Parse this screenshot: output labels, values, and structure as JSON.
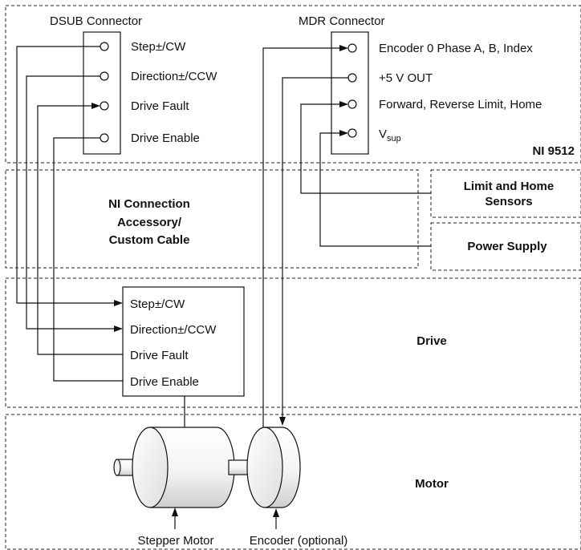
{
  "dsub": {
    "title": "DSUB Connector",
    "pins": [
      "Step±/CW",
      "Direction±/CCW",
      "Drive Fault",
      "Drive Enable"
    ]
  },
  "mdr": {
    "title": "MDR Connector",
    "pins": [
      "Encoder 0 Phase A, B, Index",
      "+5 V OUT",
      "Forward, Reverse Limit, Home"
    ],
    "vsup": {
      "main": "V",
      "sub": "sup"
    }
  },
  "module_label": "NI 9512",
  "accessory": {
    "line1": "NI Connection",
    "line2": "Accessory/",
    "line3": "Custom Cable"
  },
  "limit_sensors": {
    "line1": "Limit and Home",
    "line2": "Sensors"
  },
  "power_supply": "Power Supply",
  "drive": {
    "title": "Drive",
    "pins": [
      "Step±/CW",
      "Direction±/CCW",
      "Drive Fault",
      "Drive Enable"
    ]
  },
  "motor": {
    "title": "Motor",
    "stepper_label": "Stepper Motor",
    "encoder_label": "Encoder (optional)"
  }
}
